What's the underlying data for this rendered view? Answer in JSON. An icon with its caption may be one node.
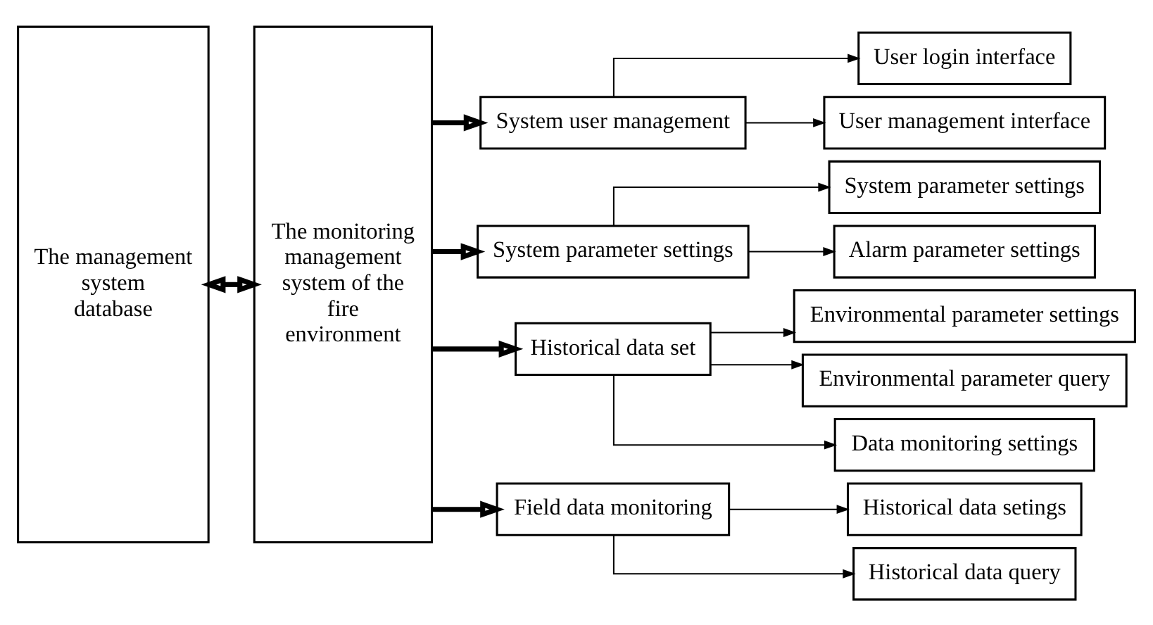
{
  "diagram": {
    "nodes": [
      {
        "text": [
          "The management system database"
        ]
      },
      {
        "text": [
          "The monitoring management system of the fire environment"
        ]
      },
      {
        "text": [
          "System user management"
        ]
      },
      {
        "text": [
          "System parameter settings"
        ]
      },
      {
        "text": [
          "Historical data set"
        ]
      },
      {
        "text": [
          "Field data monitoring"
        ]
      },
      {
        "text": [
          "User login interface"
        ]
      },
      {
        "text": [
          "User management interface"
        ]
      },
      {
        "text": [
          "System parameter settings"
        ]
      },
      {
        "text": [
          "Alarm parameter settings"
        ]
      },
      {
        "text": [
          "Environmental parameter settings"
        ]
      },
      {
        "text": [
          "Environmental parameter query"
        ]
      },
      {
        "text": [
          "Data monitoring settings"
        ]
      },
      {
        "text": [
          "Historical data setings"
        ]
      },
      {
        "text": [
          "Historical data query"
        ]
      }
    ],
    "edges": [
      {
        "from": 0,
        "to": 1,
        "arrow": "both",
        "style": "thick"
      },
      {
        "from": 1,
        "to": 2,
        "arrow": "to",
        "style": "thick"
      },
      {
        "from": 1,
        "to": 3,
        "arrow": "to",
        "style": "thick"
      },
      {
        "from": 1,
        "to": 4,
        "arrow": "to",
        "style": "thick"
      },
      {
        "from": 1,
        "to": 5,
        "arrow": "to",
        "style": "thick"
      },
      {
        "from": 2,
        "to": 6,
        "arrow": "to"
      },
      {
        "from": 2,
        "to": 7,
        "arrow": "to"
      },
      {
        "from": 3,
        "to": 8,
        "arrow": "to"
      },
      {
        "from": 3,
        "to": 9,
        "arrow": "to"
      },
      {
        "from": 4,
        "to": 10,
        "arrow": "to"
      },
      {
        "from": 4,
        "to": 11,
        "arrow": "to"
      },
      {
        "from": 4,
        "to": 12,
        "arrow": "to"
      },
      {
        "from": 5,
        "to": 13,
        "arrow": "to"
      },
      {
        "from": 5,
        "to": 14,
        "arrow": "to"
      }
    ]
  }
}
